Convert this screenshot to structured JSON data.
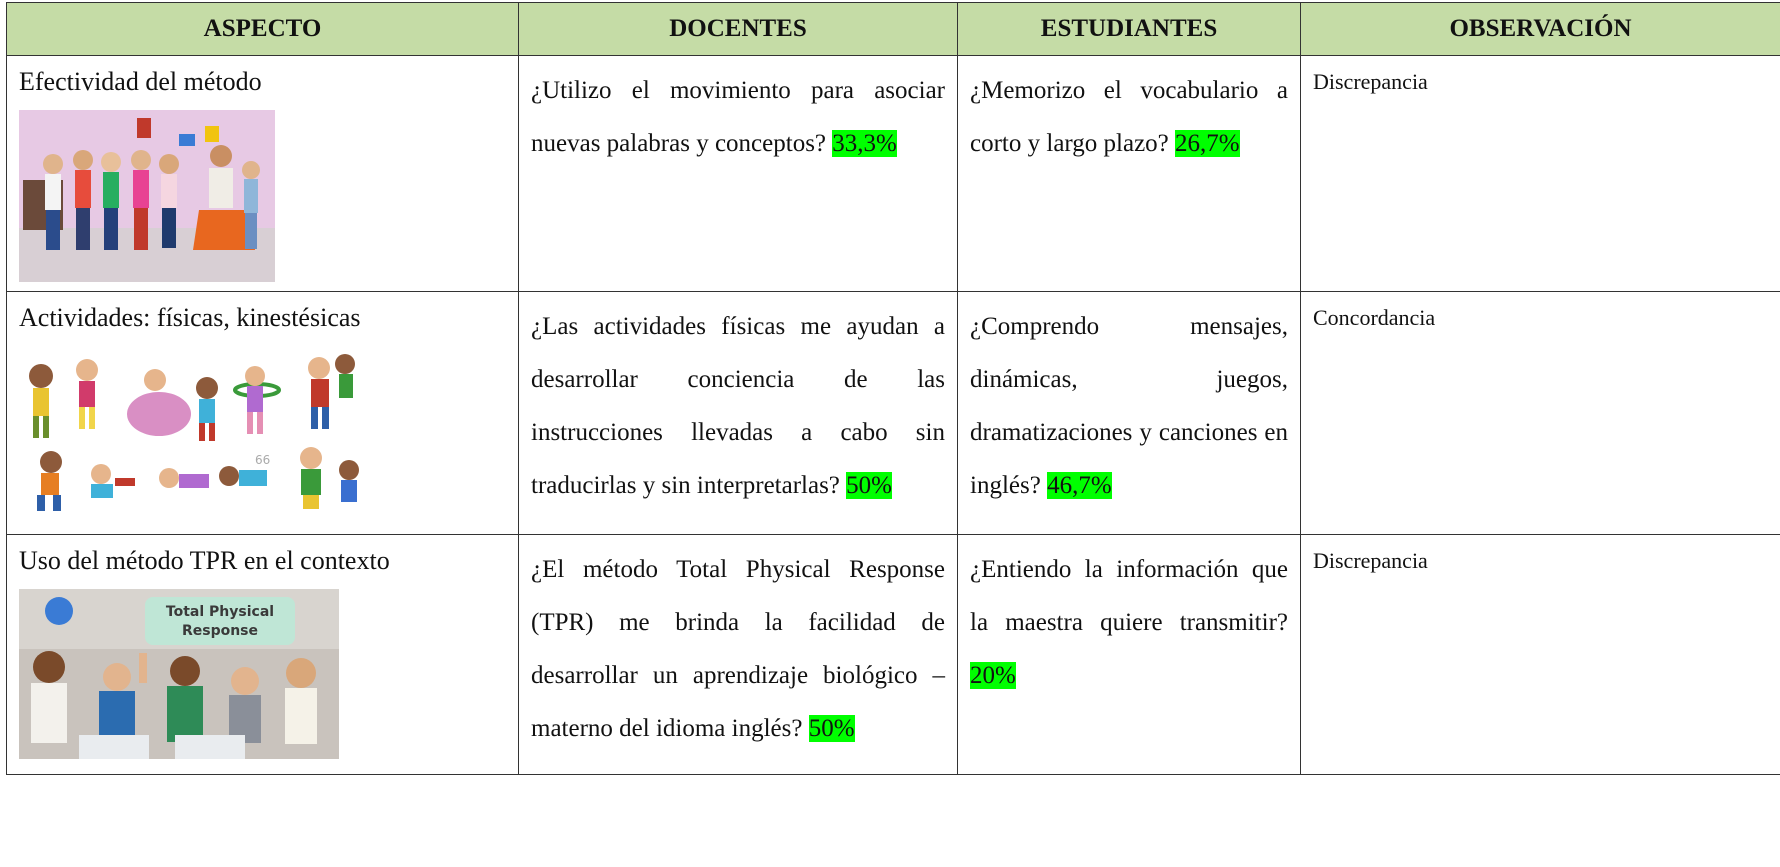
{
  "headers": [
    "ASPECTO",
    "DOCENTES",
    "ESTUDIANTES",
    "OBSERVACIÓN"
  ],
  "rows": [
    {
      "aspecto": "Efectividad del método",
      "docentes_q": "¿Utilizo el movimiento para asociar nuevas palabras y conceptos?",
      "docentes_pct": "33,3%",
      "estudiantes_q": "¿Memorizo el vocabulario a corto y largo plazo?",
      "estudiantes_pct": "26,7%",
      "observacion": "Discrepancia"
    },
    {
      "aspecto": "Actividades: físicas, kinestésicas",
      "docentes_q": "¿Las actividades físicas me ayudan a desarrollar conciencia de las instrucciones llevadas a cabo sin traducirlas y sin interpretarlas?",
      "docentes_pct": "50%",
      "estudiantes_q": "¿Comprendo mensajes, dinámicas, juegos, dramatizaciones y canciones en inglés?",
      "estudiantes_pct": "46,7%",
      "observacion": "Concordancia"
    },
    {
      "aspecto": "Uso del método TPR en el contexto",
      "docentes_q": "¿El método Total Physical Response (TPR) me brinda la facilidad de desarrollar un aprendizaje biológico – materno del idioma inglés?",
      "docentes_pct": "50%",
      "estudiantes_q": "¿Entiendo la información que la maestra quiere transmitir?",
      "estudiantes_pct": "20%",
      "observacion": "Discrepancia"
    }
  ],
  "image_text": {
    "tpr_caption": "Total Physical Response"
  },
  "colors": {
    "header_bg": "#c5dca6",
    "highlight": "#00ff00",
    "border": "#333333"
  }
}
